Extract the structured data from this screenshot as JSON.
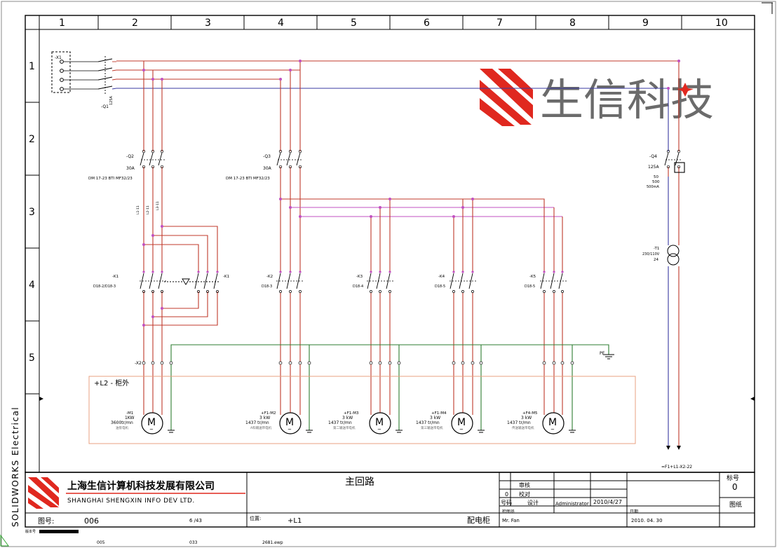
{
  "grid": {
    "columns": [
      "1",
      "2",
      "3",
      "4",
      "5",
      "6",
      "7",
      "8",
      "9",
      "10"
    ],
    "rows": [
      "1",
      "2",
      "3",
      "4",
      "5"
    ]
  },
  "software_label": "SOLIDWORKS Electrical",
  "watermark": {
    "brand_text": "生信科技"
  },
  "title_block": {
    "company_cn": "上海生信计算机科技发展有限公司",
    "company_en": "SHANGHAI SHENGXIN INFO DEV LTD.",
    "drawing_title": "主回路",
    "drawing_no_label": "图号:",
    "drawing_no": "006",
    "sheet_count": "6  /43",
    "location_label": "位置:",
    "location_value": "+L1",
    "cabinet": "配电柜",
    "rev_no": "0",
    "review_label": "审核",
    "check_label": "校对",
    "design_label": "设计",
    "code_label": "号码",
    "designer": "Administrator",
    "design_date": "2010/4/27",
    "checker_label": "检图员",
    "checker": "Mr. Fan",
    "date_label": "日期",
    "date": "2010. 04. 30",
    "mark_label": "标号",
    "mark_value": "0",
    "sheet_label": "图纸",
    "footer_values": [
      "版本号",
      "005",
      "033",
      "2681.ewp"
    ]
  },
  "diagram": {
    "terminal_block": "-X1",
    "main_switch": "-Q1",
    "main_switch_rating": "125A",
    "breakers": [
      {
        "id": "-Q2",
        "rating": "30A",
        "model": "DM 17-23 BTI MF32/23"
      },
      {
        "id": "-Q3",
        "rating": "30A",
        "model": "DM 17-23 BTI MF32/23"
      },
      {
        "id": "-Q4",
        "rating": "125A",
        "extra": [
          "50",
          "500",
          "500mA"
        ]
      }
    ],
    "contactors": [
      {
        "id": "-K1",
        "model": "D18-2/D18-3"
      },
      {
        "id": "-K2",
        "model": "D18-3"
      },
      {
        "id": "-K3",
        "model": "D18-4"
      },
      {
        "id": "-K4",
        "model": "D18-5"
      },
      {
        "id": "-K5",
        "model": "D18-5"
      }
    ],
    "k1_aux": "-K1",
    "transformer": {
      "id": "-T1",
      "ratio": "230/110V",
      "value": "24"
    },
    "x2_terminal": "-X2",
    "outside_box_label": "+L2 - 柜外",
    "pe_label": "PE",
    "motors": [
      {
        "id": "-M1",
        "power": "1KW",
        "speed": "3600tr/mn",
        "desc": "油泵电机"
      },
      {
        "id": "+F1-M2",
        "power": "3 kW",
        "speed": "1437 tr/mn",
        "desc": "A料输送带电机"
      },
      {
        "id": "+F1-M3",
        "power": "3 kW",
        "speed": "1437 tr/mn",
        "desc": "第二输送带电机"
      },
      {
        "id": "+F1-M4",
        "power": "3 kW",
        "speed": "1437 tr/mn",
        "desc": "第三输送带电机"
      },
      {
        "id": "+F4-M5",
        "power": "3 kW",
        "speed": "1437 tr/mn",
        "desc": "传送输送带电机"
      }
    ],
    "motor_symbol": "M",
    "bottom_ref": "=F1+L1-X2-22"
  }
}
